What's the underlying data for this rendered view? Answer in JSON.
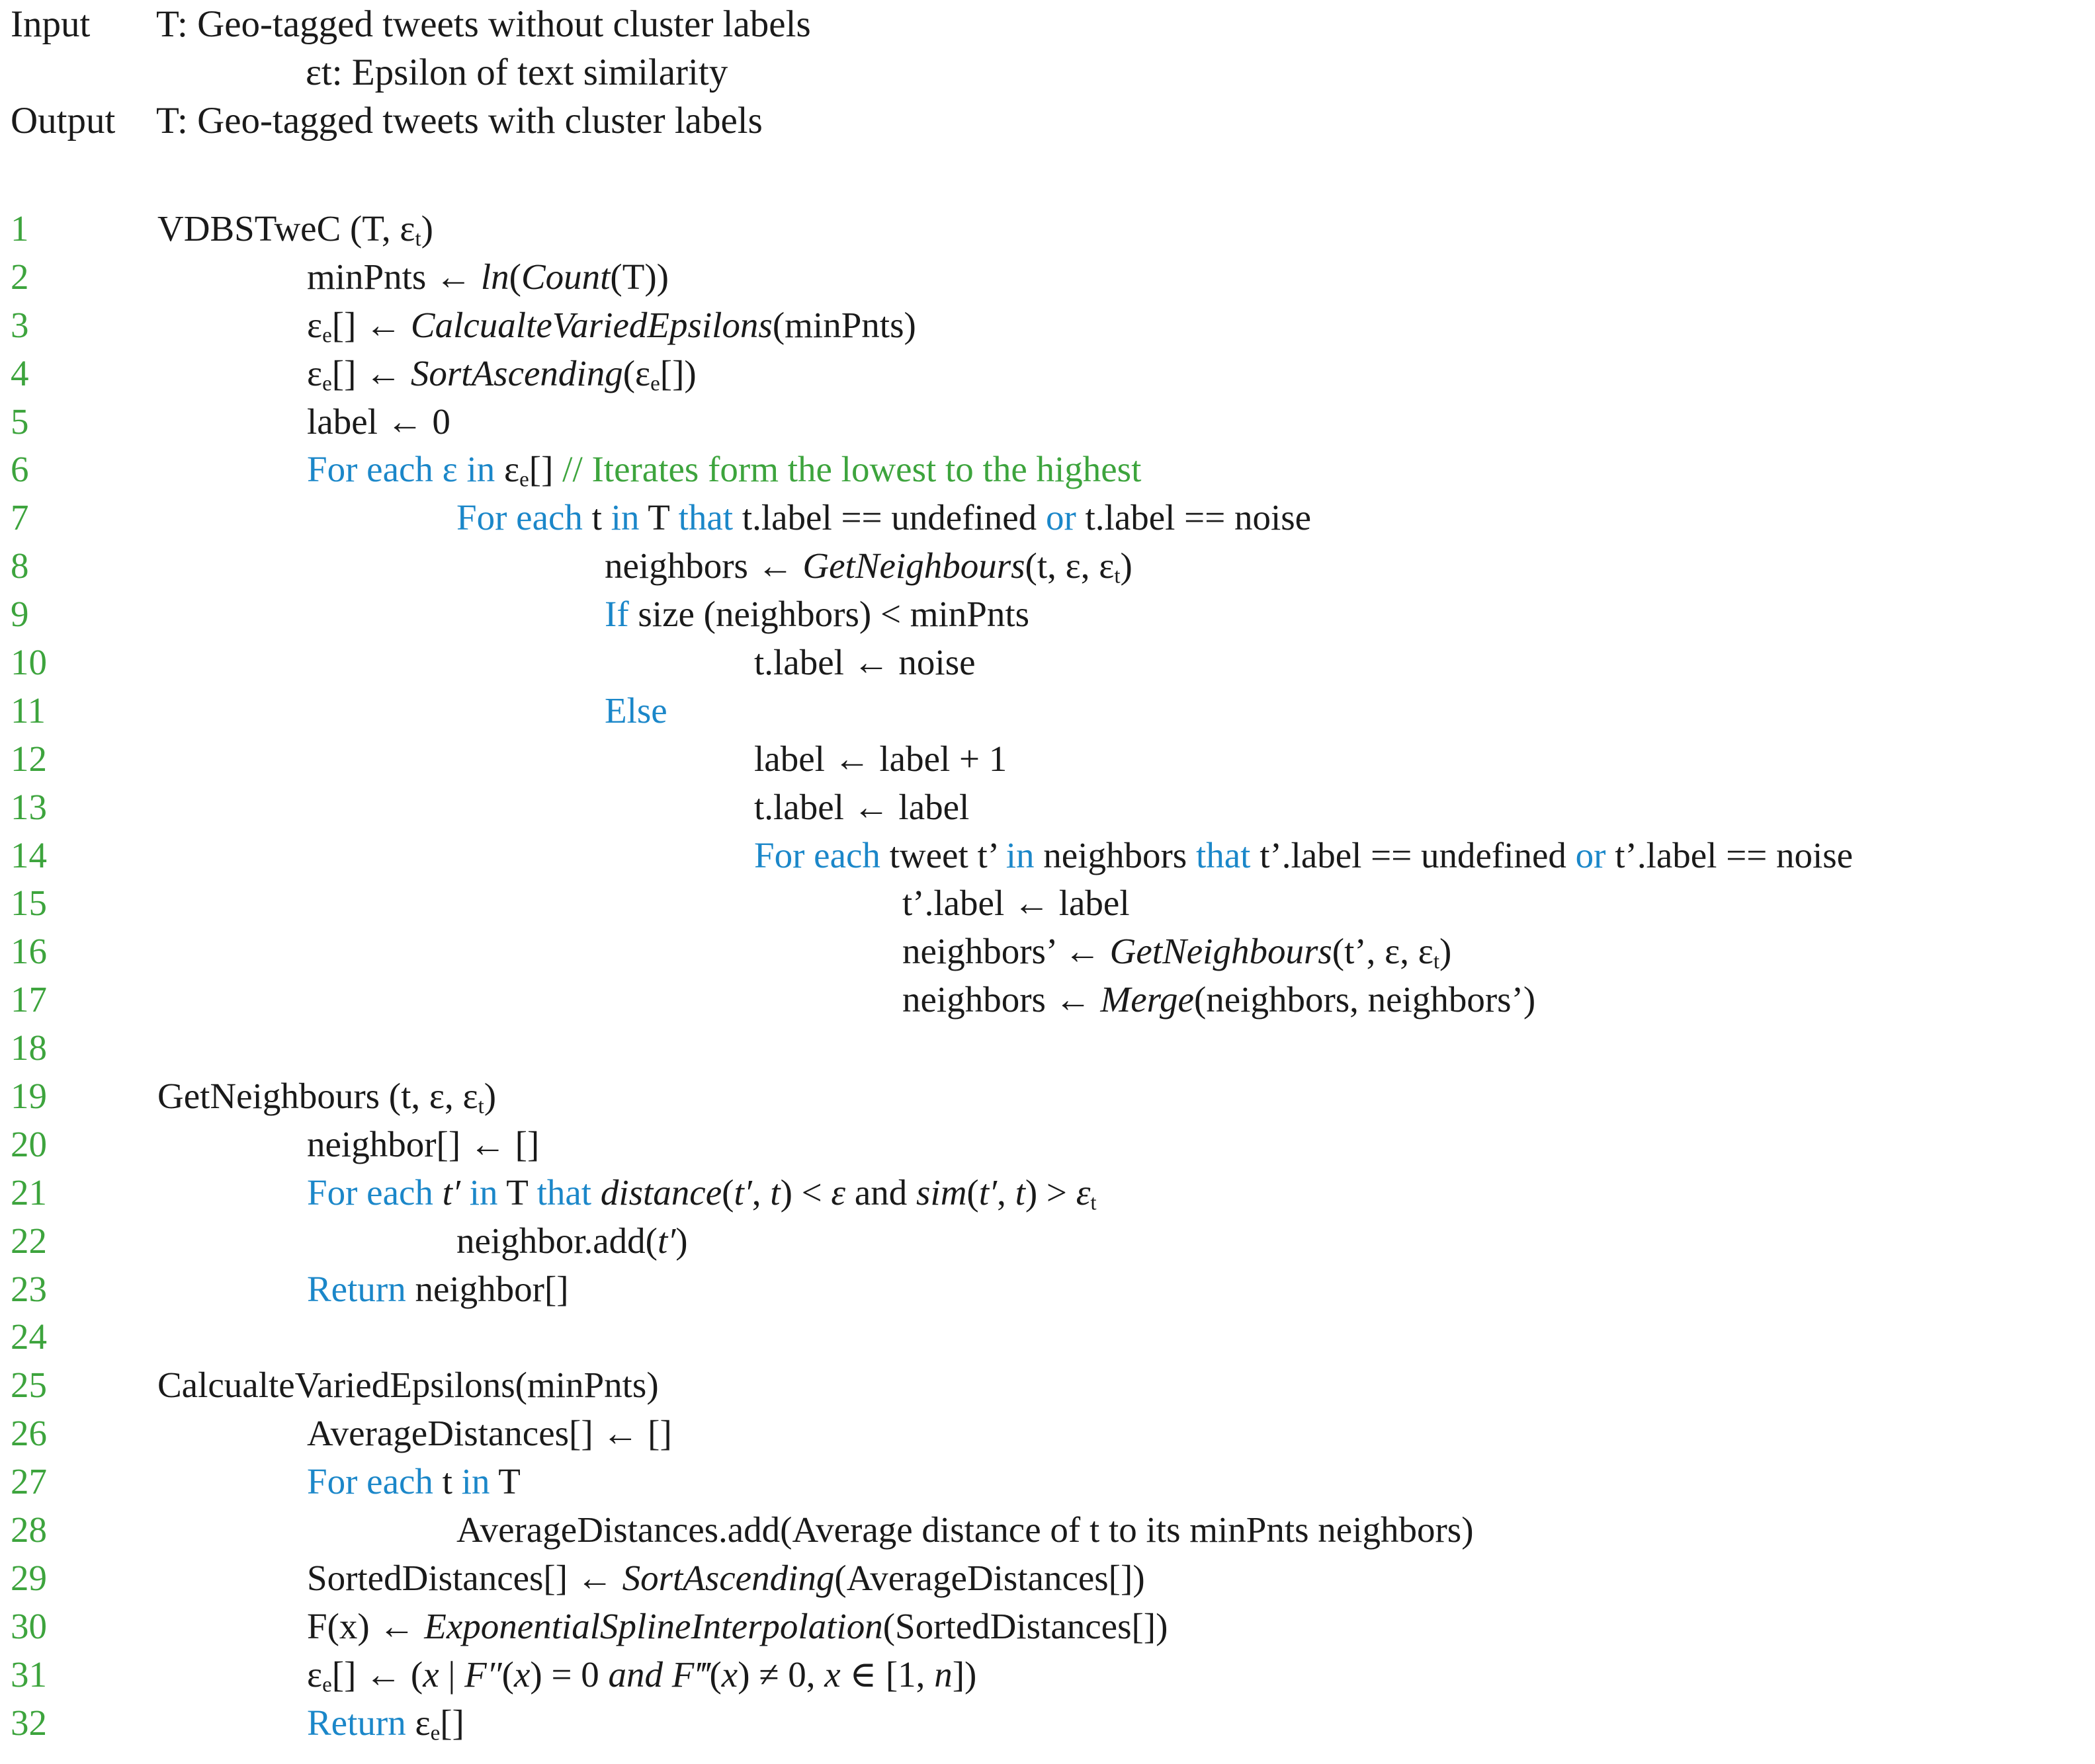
{
  "header": {
    "input_label": "Input",
    "input_value": "T: Geo-tagged tweets without cluster labels",
    "input_value2": "εt: Epsilon of text similarity",
    "output_label": "Output",
    "output_value": "T: Geo-tagged tweets with cluster labels"
  },
  "colors": {
    "keyword": "#1b87c9",
    "comment": "#3da43d",
    "line_number": "#3da43d",
    "text": "#1a1a1a"
  },
  "lines": [
    {
      "n": "1",
      "indent": 0,
      "segs": [
        {
          "t": "VDBSTweC (T, ε",
          "s": "n"
        },
        {
          "t": "t",
          "s": "sub"
        },
        {
          "t": ")",
          "s": "n"
        }
      ]
    },
    {
      "n": "2",
      "indent": 1,
      "segs": [
        {
          "t": "minPnts ← ",
          "s": "n"
        },
        {
          "t": "ln",
          "s": "i"
        },
        {
          "t": "(",
          "s": "n"
        },
        {
          "t": "Count",
          "s": "i"
        },
        {
          "t": "(T))",
          "s": "n"
        }
      ]
    },
    {
      "n": "3",
      "indent": 1,
      "segs": [
        {
          "t": "ε",
          "s": "n"
        },
        {
          "t": "e",
          "s": "sub"
        },
        {
          "t": "[] ← ",
          "s": "n"
        },
        {
          "t": "CalcualteVariedEpsilons",
          "s": "i"
        },
        {
          "t": "(minPnts)",
          "s": "n"
        }
      ]
    },
    {
      "n": "4",
      "indent": 1,
      "segs": [
        {
          "t": "ε",
          "s": "n"
        },
        {
          "t": "e",
          "s": "sub"
        },
        {
          "t": "[] ← ",
          "s": "n"
        },
        {
          "t": "SortAscending",
          "s": "i"
        },
        {
          "t": "(ε",
          "s": "n"
        },
        {
          "t": "e",
          "s": "sub"
        },
        {
          "t": "[])",
          "s": "n"
        }
      ]
    },
    {
      "n": "5",
      "indent": 1,
      "segs": [
        {
          "t": "label ← 0",
          "s": "n"
        }
      ]
    },
    {
      "n": "6",
      "indent": 1,
      "segs": [
        {
          "t": "For each ε in ",
          "s": "k"
        },
        {
          "t": "ε",
          "s": "n"
        },
        {
          "t": "e",
          "s": "sub"
        },
        {
          "t": "[] ",
          "s": "n"
        },
        {
          "t": "// Iterates form the lowest to the highest",
          "s": "c"
        }
      ]
    },
    {
      "n": "7",
      "indent": 2,
      "segs": [
        {
          "t": "For each ",
          "s": "k"
        },
        {
          "t": "t ",
          "s": "n"
        },
        {
          "t": "in ",
          "s": "k"
        },
        {
          "t": "T ",
          "s": "n"
        },
        {
          "t": "that ",
          "s": "k"
        },
        {
          "t": "t.label == undefined    ",
          "s": "n"
        },
        {
          "t": "or ",
          "s": "k"
        },
        {
          "t": "t.label == noise",
          "s": "n"
        }
      ]
    },
    {
      "n": "8",
      "indent": 3,
      "segs": [
        {
          "t": "neighbors ← ",
          "s": "n"
        },
        {
          "t": "GetNeighbours",
          "s": "i"
        },
        {
          "t": "(t, ε, ε",
          "s": "n"
        },
        {
          "t": "t",
          "s": "sub"
        },
        {
          "t": ")",
          "s": "n"
        }
      ]
    },
    {
      "n": "9",
      "indent": 3,
      "segs": [
        {
          "t": "If ",
          "s": "k"
        },
        {
          "t": "size (neighbors) < minPnts",
          "s": "n"
        }
      ]
    },
    {
      "n": "10",
      "indent": 4,
      "segs": [
        {
          "t": "t.label ← noise",
          "s": "n"
        }
      ]
    },
    {
      "n": "11",
      "indent": 3,
      "segs": [
        {
          "t": "Else",
          "s": "k"
        }
      ]
    },
    {
      "n": "12",
      "indent": 4,
      "segs": [
        {
          "t": "label ← label + 1",
          "s": "n"
        }
      ]
    },
    {
      "n": "13",
      "indent": 4,
      "segs": [
        {
          "t": "t.label ← label",
          "s": "n"
        }
      ]
    },
    {
      "n": "14",
      "indent": 4,
      "segs": [
        {
          "t": "For each ",
          "s": "k"
        },
        {
          "t": "tweet t’ ",
          "s": "n"
        },
        {
          "t": "in ",
          "s": "k"
        },
        {
          "t": "neighbors ",
          "s": "n"
        },
        {
          "t": "that ",
          "s": "k"
        },
        {
          "t": "t’.label == undefined ",
          "s": "n"
        },
        {
          "t": "or ",
          "s": "k"
        },
        {
          "t": "t’.label == noise",
          "s": "n"
        }
      ]
    },
    {
      "n": "15",
      "indent": 5,
      "segs": [
        {
          "t": "t’.label ← label",
          "s": "n"
        }
      ]
    },
    {
      "n": "16",
      "indent": 5,
      "segs": [
        {
          "t": "neighbors’ ← ",
          "s": "n"
        },
        {
          "t": "GetNeighbours",
          "s": "i"
        },
        {
          "t": "(t’, ε, ε",
          "s": "n"
        },
        {
          "t": "t",
          "s": "sub"
        },
        {
          "t": ")",
          "s": "n"
        }
      ]
    },
    {
      "n": "17",
      "indent": 5,
      "segs": [
        {
          "t": "neighbors ← ",
          "s": "n"
        },
        {
          "t": "Merge",
          "s": "i"
        },
        {
          "t": "(neighbors, neighbors’)",
          "s": "n"
        }
      ]
    },
    {
      "n": "18",
      "indent": 0,
      "segs": []
    },
    {
      "n": "19",
      "indent": 0,
      "segs": [
        {
          "t": "GetNeighbours (t, ε, ε",
          "s": "n"
        },
        {
          "t": "t",
          "s": "sub"
        },
        {
          "t": ")",
          "s": "n"
        }
      ]
    },
    {
      "n": "20",
      "indent": 1,
      "segs": [
        {
          "t": "neighbor[] ← []",
          "s": "n"
        }
      ]
    },
    {
      "n": "21",
      "indent": 1,
      "segs": [
        {
          "t": "For each ",
          "s": "k"
        },
        {
          "t": "t′",
          "s": "i"
        },
        {
          "t": " in ",
          "s": "k"
        },
        {
          "t": "T ",
          "s": "n"
        },
        {
          "t": "that ",
          "s": "k"
        },
        {
          "t": "distance",
          "s": "i"
        },
        {
          "t": "(",
          "s": "n"
        },
        {
          "t": "t′",
          "s": "i"
        },
        {
          "t": ", ",
          "s": "n"
        },
        {
          "t": "t",
          "s": "i"
        },
        {
          "t": ") < ",
          "s": "n"
        },
        {
          "t": "ε",
          "s": "i"
        },
        {
          "t": " and ",
          "s": "n"
        },
        {
          "t": "sim",
          "s": "i"
        },
        {
          "t": "(",
          "s": "n"
        },
        {
          "t": "t′",
          "s": "i"
        },
        {
          "t": ", ",
          "s": "n"
        },
        {
          "t": "t",
          "s": "i"
        },
        {
          "t": ") > ",
          "s": "n"
        },
        {
          "t": "ε",
          "s": "i"
        },
        {
          "t": "t",
          "s": "sub"
        }
      ]
    },
    {
      "n": "22",
      "indent": 2,
      "segs": [
        {
          "t": "neighbor.add(",
          "s": "n"
        },
        {
          "t": "t′",
          "s": "i"
        },
        {
          "t": ")",
          "s": "n"
        }
      ]
    },
    {
      "n": "23",
      "indent": 1,
      "segs": [
        {
          "t": "Return ",
          "s": "k"
        },
        {
          "t": "neighbor[]",
          "s": "n"
        }
      ]
    },
    {
      "n": "24",
      "indent": 0,
      "segs": []
    },
    {
      "n": "25",
      "indent": 0,
      "segs": [
        {
          "t": "CalcualteVariedEpsilons(minPnts)",
          "s": "n"
        }
      ]
    },
    {
      "n": "26",
      "indent": 1,
      "segs": [
        {
          "t": "AverageDistances[] ← []",
          "s": "n"
        }
      ]
    },
    {
      "n": "27",
      "indent": 1,
      "segs": [
        {
          "t": "For each ",
          "s": "k"
        },
        {
          "t": "t ",
          "s": "n"
        },
        {
          "t": "in ",
          "s": "k"
        },
        {
          "t": "T",
          "s": "n"
        }
      ]
    },
    {
      "n": "28",
      "indent": 2,
      "segs": [
        {
          "t": "AverageDistances.add(Average distance of t to its minPnts neighbors)",
          "s": "n"
        }
      ]
    },
    {
      "n": "29",
      "indent": 1,
      "segs": [
        {
          "t": "SortedDistances[] ← ",
          "s": "n"
        },
        {
          "t": "SortAscending",
          "s": "i"
        },
        {
          "t": "(AverageDistances[])",
          "s": "n"
        }
      ]
    },
    {
      "n": "30",
      "indent": 1,
      "segs": [
        {
          "t": "F(x) ← ",
          "s": "n"
        },
        {
          "t": "ExponentialSplineInterpolation",
          "s": "i"
        },
        {
          "t": "(SortedDistances[])",
          "s": "n"
        }
      ]
    },
    {
      "n": "31",
      "indent": 1,
      "segs": [
        {
          "t": "ε",
          "s": "n"
        },
        {
          "t": "e",
          "s": "sub"
        },
        {
          "t": "[] ← (",
          "s": "n"
        },
        {
          "t": "x",
          "s": "i"
        },
        {
          "t": " | ",
          "s": "n"
        },
        {
          "t": "F″",
          "s": "i"
        },
        {
          "t": "(",
          "s": "n"
        },
        {
          "t": "x",
          "s": "i"
        },
        {
          "t": ") =  0 ",
          "s": "n"
        },
        {
          "t": "and F‴",
          "s": "i"
        },
        {
          "t": "(",
          "s": "n"
        },
        {
          "t": "x",
          "s": "i"
        },
        {
          "t": ") ≠ 0, ",
          "s": "n"
        },
        {
          "t": "x",
          "s": "i"
        },
        {
          "t": " ∈ [1, ",
          "s": "n"
        },
        {
          "t": "n",
          "s": "i"
        },
        {
          "t": "])",
          "s": "n"
        }
      ]
    },
    {
      "n": "32",
      "indent": 1,
      "segs": [
        {
          "t": "Return ",
          "s": "k"
        },
        {
          "t": "ε",
          "s": "n"
        },
        {
          "t": "e",
          "s": "sub"
        },
        {
          "t": "[]",
          "s": "n"
        }
      ]
    }
  ]
}
